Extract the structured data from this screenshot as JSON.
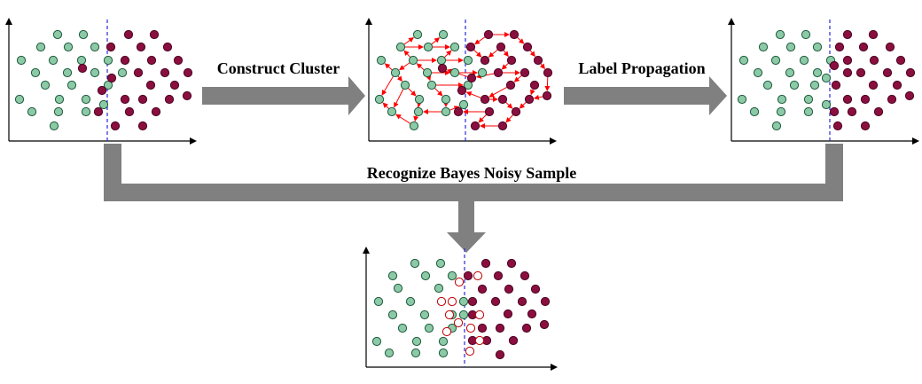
{
  "labels": {
    "construct_cluster": "Construct Cluster",
    "label_propagation": "Label Propagation",
    "recognize": "Recognize Bayes Noisy Sample"
  },
  "colors": {
    "green_fill": "#8cc9a6",
    "green_stroke": "#1c5a3c",
    "red_fill": "#8a0f3f",
    "red_stroke": "#4a0020",
    "noisy_stroke": "#c00000",
    "boundary": "#2a2ad8",
    "arrow": "#808080",
    "link": "#ff0000",
    "axis": "#000000"
  },
  "panels": {
    "original": {
      "description_icon": "scatter-plot",
      "boundary": "dashed-vertical"
    },
    "cluster": {
      "description_icon": "scatter-plot-with-links",
      "boundary": "dashed-vertical"
    },
    "propagated": {
      "description_icon": "scatter-plot",
      "boundary": "dashed-vertical"
    },
    "noisy": {
      "description_icon": "scatter-plot-with-hollow-points",
      "boundary": "dashed-vertical"
    }
  }
}
